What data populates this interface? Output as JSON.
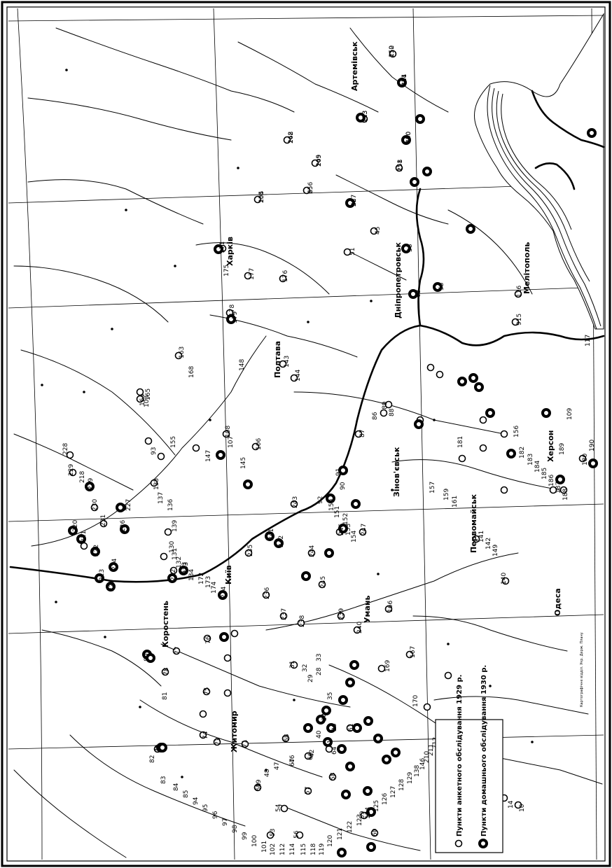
{
  "legend": {
    "small_label": "Пункти анкетного обслідування 1929 р.",
    "big_label": "Пункти домашнього обслідування 1930 р."
  },
  "credit": "Картографічне відділ. Укр. Держ. Плану",
  "cities": [
    {
      "name": "Коростень",
      "key": "korosten"
    },
    {
      "name": "Житомир",
      "key": "zhytomyr"
    },
    {
      "name": "Київ",
      "key": "kyiv"
    },
    {
      "name": "Умань",
      "key": "uman"
    },
    {
      "name": "Полтава",
      "key": "poltava"
    },
    {
      "name": "Харків",
      "key": "kharkiv"
    },
    {
      "name": "Дніпропетровськ",
      "key": "dnipropetrovsk"
    },
    {
      "name": "Зінов'євськ",
      "key": "zinovievsk"
    },
    {
      "name": "Первомайськ",
      "key": "pervomaisk"
    },
    {
      "name": "Херсон",
      "key": "kherson"
    },
    {
      "name": "Одеса",
      "key": "odesa"
    },
    {
      "name": "Мелітополь",
      "key": "melitopol"
    },
    {
      "name": "Артемівськ",
      "key": "artemivsk"
    }
  ],
  "labels": [
    {
      "t": "162"
    },
    {
      "t": "105"
    },
    {
      "t": "160"
    },
    {
      "t": "158"
    },
    {
      "t": "110"
    },
    {
      "t": "113"
    },
    {
      "t": "111"
    },
    {
      "t": "104"
    },
    {
      "t": "65"
    },
    {
      "t": "52"
    },
    {
      "t": "45"
    },
    {
      "t": "51"
    },
    {
      "t": "38"
    },
    {
      "t": "63"
    },
    {
      "t": "55"
    },
    {
      "t": "116"
    },
    {
      "t": "915"
    },
    {
      "t": "117"
    },
    {
      "t": "171"
    },
    {
      "t": "175"
    },
    {
      "t": "177"
    },
    {
      "t": "176"
    },
    {
      "t": "178"
    },
    {
      "t": "179"
    },
    {
      "t": "143"
    },
    {
      "t": "144"
    },
    {
      "t": "148"
    },
    {
      "t": "163"
    },
    {
      "t": "168"
    },
    {
      "t": "165"
    },
    {
      "t": "164"
    },
    {
      "t": "103"
    },
    {
      "t": "107"
    },
    {
      "t": "106"
    },
    {
      "t": "108"
    },
    {
      "t": "145"
    },
    {
      "t": "147"
    },
    {
      "t": "155"
    },
    {
      "t": "93"
    },
    {
      "t": "135"
    },
    {
      "t": "137"
    },
    {
      "t": "136"
    },
    {
      "t": "139"
    },
    {
      "t": "130"
    },
    {
      "t": "131"
    },
    {
      "t": "132"
    },
    {
      "t": "133"
    },
    {
      "t": "134"
    },
    {
      "t": "172"
    },
    {
      "t": "173"
    },
    {
      "t": "174"
    },
    {
      "t": "89"
    },
    {
      "t": "88"
    },
    {
      "t": "86"
    },
    {
      "t": "87"
    },
    {
      "t": "90"
    },
    {
      "t": "91"
    },
    {
      "t": "92"
    },
    {
      "t": "150"
    },
    {
      "t": "151"
    },
    {
      "t": "152"
    },
    {
      "t": "153"
    },
    {
      "t": "154"
    },
    {
      "t": "156"
    },
    {
      "t": "181"
    },
    {
      "t": "182"
    },
    {
      "t": "183"
    },
    {
      "t": "184"
    },
    {
      "t": "185"
    },
    {
      "t": "186"
    },
    {
      "t": "187"
    },
    {
      "t": "188"
    },
    {
      "t": "109"
    },
    {
      "t": "140"
    },
    {
      "t": "141"
    },
    {
      "t": "142"
    },
    {
      "t": "149"
    },
    {
      "t": "157"
    },
    {
      "t": "159"
    },
    {
      "t": "161"
    },
    {
      "t": "166"
    },
    {
      "t": "167"
    },
    {
      "t": "169"
    },
    {
      "t": "170"
    },
    {
      "t": "180"
    },
    {
      "t": "189"
    },
    {
      "t": "190"
    },
    {
      "t": "70"
    },
    {
      "t": "72"
    },
    {
      "t": "13"
    },
    {
      "t": "14"
    },
    {
      "t": "10"
    },
    {
      "t": "11"
    },
    {
      "t": "12"
    },
    {
      "t": "19"
    },
    {
      "t": "28"
    },
    {
      "t": "29"
    },
    {
      "t": "31"
    },
    {
      "t": "32"
    },
    {
      "t": "33"
    },
    {
      "t": "34"
    },
    {
      "t": "35"
    },
    {
      "t": "36"
    },
    {
      "t": "40"
    },
    {
      "t": "41"
    },
    {
      "t": "42"
    },
    {
      "t": "46"
    },
    {
      "t": "47"
    },
    {
      "t": "48"
    },
    {
      "t": "50"
    },
    {
      "t": "53"
    },
    {
      "t": "54"
    },
    {
      "t": "56"
    },
    {
      "t": "57"
    },
    {
      "t": "58"
    },
    {
      "t": "59"
    },
    {
      "t": "60"
    },
    {
      "t": "61"
    },
    {
      "t": "64"
    },
    {
      "t": "66"
    },
    {
      "t": "67"
    },
    {
      "t": "68"
    },
    {
      "t": "71"
    },
    {
      "t": "73"
    },
    {
      "t": "74"
    },
    {
      "t": "75"
    },
    {
      "t": "76"
    },
    {
      "t": "77"
    },
    {
      "t": "78"
    },
    {
      "t": "79"
    },
    {
      "t": "80"
    },
    {
      "t": "81"
    },
    {
      "t": "82"
    },
    {
      "t": "83"
    },
    {
      "t": "84"
    },
    {
      "t": "85"
    },
    {
      "t": "94"
    },
    {
      "t": "95"
    },
    {
      "t": "96"
    },
    {
      "t": "97"
    },
    {
      "t": "98"
    },
    {
      "t": "99"
    },
    {
      "t": "100"
    },
    {
      "t": "101"
    },
    {
      "t": "102"
    },
    {
      "t": "112"
    },
    {
      "t": "114"
    },
    {
      "t": "115"
    },
    {
      "t": "118"
    },
    {
      "t": "119"
    },
    {
      "t": "120"
    },
    {
      "t": "121"
    },
    {
      "t": "122"
    },
    {
      "t": "123"
    },
    {
      "t": "124"
    },
    {
      "t": "125"
    },
    {
      "t": "126"
    },
    {
      "t": "127"
    },
    {
      "t": "128"
    },
    {
      "t": "129"
    },
    {
      "t": "138"
    },
    {
      "t": "146"
    },
    {
      "t": "210"
    },
    {
      "t": "211"
    },
    {
      "t": "212"
    },
    {
      "t": "213"
    },
    {
      "t": "214"
    },
    {
      "t": "215"
    },
    {
      "t": "216"
    },
    {
      "t": "217"
    },
    {
      "t": "218"
    },
    {
      "t": "219"
    },
    {
      "t": "220"
    },
    {
      "t": "221"
    },
    {
      "t": "222"
    },
    {
      "t": "223"
    },
    {
      "t": "224"
    },
    {
      "t": "225"
    },
    {
      "t": "226"
    },
    {
      "t": "227"
    },
    {
      "t": "228"
    },
    {
      "t": "229"
    },
    {
      "t": "230"
    },
    {
      "t": "231"
    },
    {
      "t": "232"
    },
    {
      "t": "233"
    },
    {
      "t": "234"
    },
    {
      "t": "235"
    },
    {
      "t": "236"
    },
    {
      "t": "237"
    },
    {
      "t": "238"
    },
    {
      "t": "239"
    },
    {
      "t": "240"
    },
    {
      "t": "241"
    },
    {
      "t": "242"
    },
    {
      "t": "243"
    },
    {
      "t": "244"
    },
    {
      "t": "245"
    },
    {
      "t": "246"
    },
    {
      "t": "247"
    },
    {
      "t": "248"
    },
    {
      "t": "249"
    },
    {
      "t": "250"
    },
    {
      "t": "251"
    },
    {
      "t": "252"
    },
    {
      "t": "253"
    },
    {
      "t": "254"
    },
    {
      "t": "255"
    },
    {
      "t": "256"
    },
    {
      "t": "257"
    }
  ]
}
